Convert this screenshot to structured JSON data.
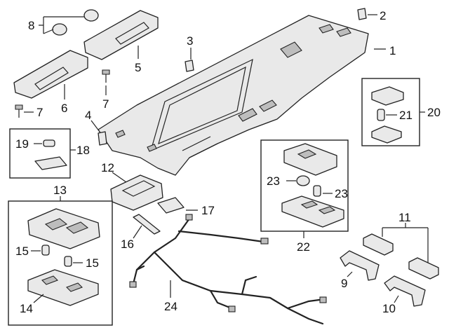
{
  "callouts": {
    "c1": "1",
    "c2": "2",
    "c3": "3",
    "c4": "4",
    "c5": "5",
    "c6": "6",
    "c7a": "7",
    "c7b": "7",
    "c8": "8",
    "c9": "9",
    "c10": "10",
    "c11": "11",
    "c12": "12",
    "c13": "13",
    "c14": "14",
    "c15a": "15",
    "c15b": "15",
    "c16": "16",
    "c17": "17",
    "c18": "18",
    "c19": "19",
    "c20": "20",
    "c21": "21",
    "c22": "22",
    "c23a": "23",
    "c23b": "23",
    "c24": "24"
  }
}
